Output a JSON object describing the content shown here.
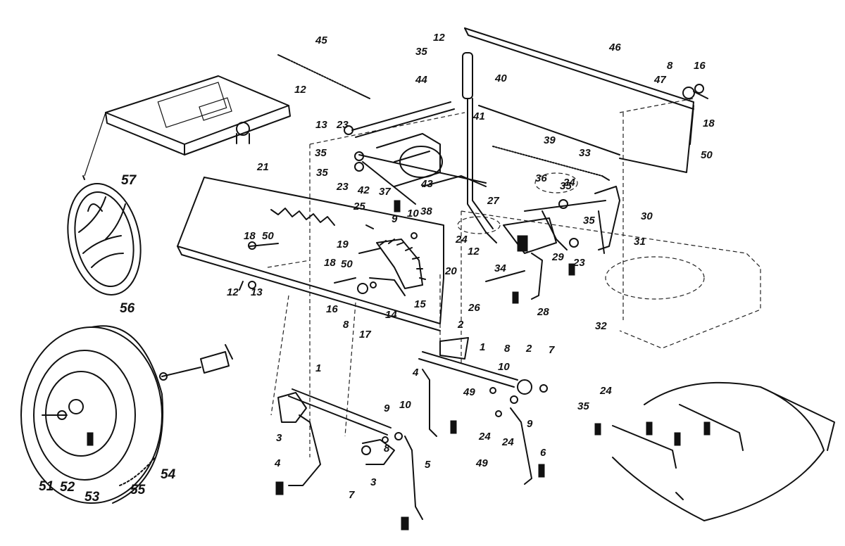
{
  "diagram": {
    "labels": {
      "l45": "45",
      "l12a": "12",
      "l35a": "35",
      "l40": "40",
      "l46": "46",
      "l8a": "8",
      "l16a": "16",
      "l47": "47",
      "l18a": "18",
      "l50a": "50",
      "l44": "44",
      "l12b": "12",
      "l41": "41",
      "l13a": "13",
      "l23a": "23",
      "l35b": "35",
      "l35c": "35",
      "l23b": "23",
      "l42": "42",
      "l43": "43",
      "l37": "37",
      "l38": "38",
      "l39": "39",
      "l33": "33",
      "l21": "21",
      "l57": "57",
      "l36": "36",
      "l24a": "24",
      "l35d": "35",
      "l25": "25",
      "l10a": "10",
      "l9a": "9",
      "l27": "27",
      "l30": "30",
      "l35e": "35",
      "l18b": "18",
      "l50b": "50",
      "l19": "19",
      "l24b": "24",
      "l31": "31",
      "l12c": "12",
      "l34": "34",
      "l29": "29",
      "l23c": "23",
      "l20": "20",
      "l18c": "18",
      "l50c": "50",
      "l12d": "12",
      "l13b": "13",
      "l15": "15",
      "l56": "56",
      "l16b": "16",
      "l14": "14",
      "l26": "26",
      "l28": "28",
      "l32": "32",
      "l8b": "8",
      "l17": "17",
      "l2a": "2",
      "l1a": "1",
      "l8c": "8",
      "l2b": "2",
      "l7a": "7",
      "l10b": "10",
      "l4a": "4",
      "l49a": "49",
      "l1b": "1",
      "l9b": "9",
      "l10c": "10",
      "l24c": "24",
      "l9c": "9",
      "l49b": "49",
      "l24d": "24",
      "l24e": "24",
      "l35f": "35",
      "l3a": "3",
      "l8d": "8",
      "l6": "6",
      "l4b": "4",
      "l3b": "3",
      "l5": "5",
      "l7b": "7",
      "l51": "51",
      "l52": "52",
      "l53": "53",
      "l55": "55",
      "l54": "54"
    }
  }
}
